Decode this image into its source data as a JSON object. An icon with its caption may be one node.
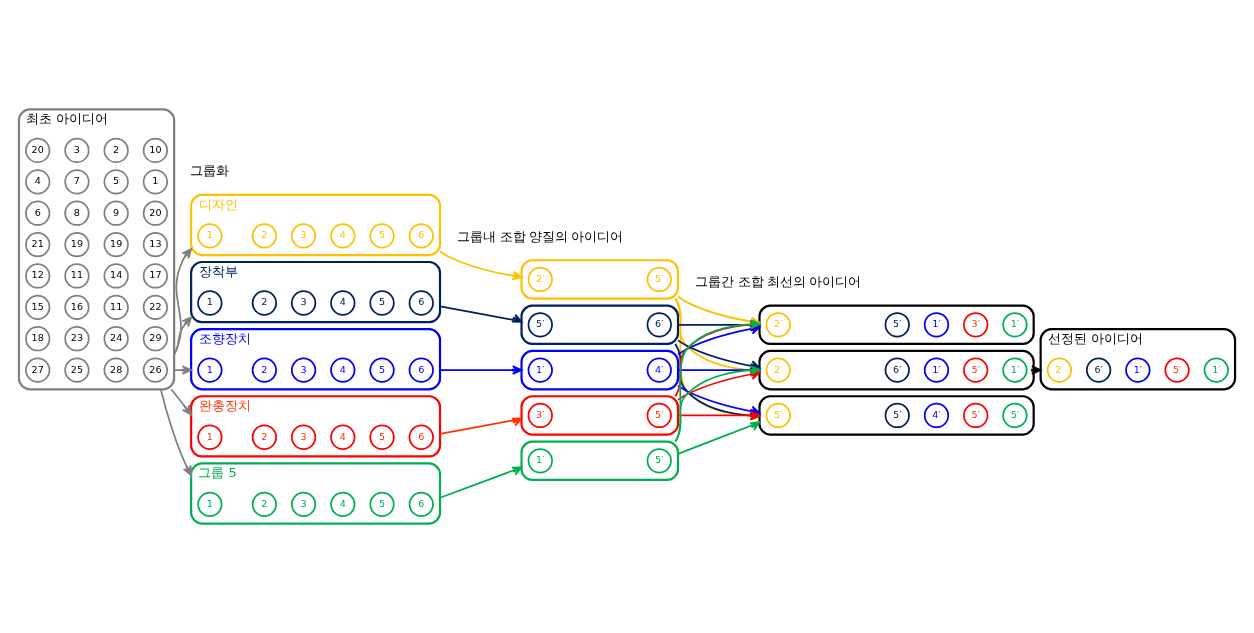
{
  "diagram": {
    "nodes": [
      {
        "text": [
          "최초 아이디어"
        ]
      },
      {
        "text": [
          "20"
        ],
        "in": 0
      },
      {
        "text": [
          "3"
        ],
        "in": 0
      },
      {
        "text": [
          "2"
        ],
        "in": 0
      },
      {
        "text": [
          "10"
        ],
        "in": 0
      },
      {
        "text": [
          "4"
        ],
        "in": 0
      },
      {
        "text": [
          "7"
        ],
        "in": 0
      },
      {
        "text": [
          "5"
        ],
        "in": 0
      },
      {
        "text": [
          "1"
        ],
        "in": 0
      },
      {
        "text": [
          "6"
        ],
        "in": 0
      },
      {
        "text": [
          "8"
        ],
        "in": 0
      },
      {
        "text": [
          "9"
        ],
        "in": 0
      },
      {
        "text": [
          "20"
        ],
        "in": 0
      },
      {
        "text": [
          "21"
        ],
        "in": 0
      },
      {
        "text": [
          "19"
        ],
        "in": 0
      },
      {
        "text": [
          "19"
        ],
        "in": 0
      },
      {
        "text": [
          "13"
        ],
        "in": 0
      },
      {
        "text": [
          "12"
        ],
        "in": 0
      },
      {
        "text": [
          "11"
        ],
        "in": 0
      },
      {
        "text": [
          "14"
        ],
        "in": 0
      },
      {
        "text": [
          "17"
        ],
        "in": 0
      },
      {
        "text": [
          "15"
        ],
        "in": 0
      },
      {
        "text": [
          "16"
        ],
        "in": 0
      },
      {
        "text": [
          "11"
        ],
        "in": 0
      },
      {
        "text": [
          "22"
        ],
        "in": 0
      },
      {
        "text": [
          "18"
        ],
        "in": 0
      },
      {
        "text": [
          "23"
        ],
        "in": 0
      },
      {
        "text": [
          "24"
        ],
        "in": 0
      },
      {
        "text": [
          "29"
        ],
        "in": 0
      },
      {
        "text": [
          "27"
        ],
        "in": 0
      },
      {
        "text": [
          "25"
        ],
        "in": 0
      },
      {
        "text": [
          "28"
        ],
        "in": 0
      },
      {
        "text": [
          "26"
        ],
        "in": 0
      },
      {
        "text": [
          "디자인"
        ]
      },
      {
        "text": [
          "1"
        ],
        "in": 33
      },
      {
        "text": [
          "2"
        ],
        "in": 33
      },
      {
        "text": [
          "3"
        ],
        "in": 33
      },
      {
        "text": [
          "4"
        ],
        "in": 33
      },
      {
        "text": [
          "5"
        ],
        "in": 33
      },
      {
        "text": [
          "6"
        ],
        "in": 33
      },
      {
        "text": [],
        "shape": "box"
      },
      {
        "text": [
          "2′"
        ],
        "in": 40
      },
      {
        "text": [
          "5′"
        ],
        "in": 40
      },
      {
        "text": [
          "장착부"
        ]
      },
      {
        "text": [
          "1"
        ],
        "in": 43
      },
      {
        "text": [
          "2"
        ],
        "in": 43
      },
      {
        "text": [
          "3"
        ],
        "in": 43
      },
      {
        "text": [
          "4"
        ],
        "in": 43
      },
      {
        "text": [
          "5"
        ],
        "in": 43
      },
      {
        "text": [
          "6"
        ],
        "in": 43
      },
      {
        "text": [],
        "shape": "box"
      },
      {
        "text": [
          "5′"
        ],
        "in": 50
      },
      {
        "text": [
          "6′"
        ],
        "in": 50
      },
      {
        "text": [
          "조향장치"
        ]
      },
      {
        "text": [
          "1"
        ],
        "in": 53
      },
      {
        "text": [
          "2"
        ],
        "in": 53
      },
      {
        "text": [
          "3"
        ],
        "in": 53
      },
      {
        "text": [
          "4"
        ],
        "in": 53
      },
      {
        "text": [
          "5"
        ],
        "in": 53
      },
      {
        "text": [
          "6"
        ],
        "in": 53
      },
      {
        "text": [],
        "shape": "box"
      },
      {
        "text": [
          "1′"
        ],
        "in": 60
      },
      {
        "text": [
          "4′"
        ],
        "in": 60
      },
      {
        "text": [
          "완충장치"
        ]
      },
      {
        "text": [
          "1"
        ],
        "in": 63
      },
      {
        "text": [
          "2"
        ],
        "in": 63
      },
      {
        "text": [
          "3"
        ],
        "in": 63
      },
      {
        "text": [
          "4"
        ],
        "in": 63
      },
      {
        "text": [
          "5"
        ],
        "in": 63
      },
      {
        "text": [
          "6"
        ],
        "in": 63
      },
      {
        "text": [],
        "shape": "box"
      },
      {
        "text": [
          "3′"
        ],
        "in": 70
      },
      {
        "text": [
          "5′"
        ],
        "in": 70
      },
      {
        "text": [
          "그룹 5"
        ]
      },
      {
        "text": [
          "1"
        ],
        "in": 73
      },
      {
        "text": [
          "2"
        ],
        "in": 73
      },
      {
        "text": [
          "3"
        ],
        "in": 73
      },
      {
        "text": [
          "4"
        ],
        "in": 73
      },
      {
        "text": [
          "5"
        ],
        "in": 73
      },
      {
        "text": [
          "6"
        ],
        "in": 73
      },
      {
        "text": [],
        "shape": "box"
      },
      {
        "text": [
          "1′"
        ],
        "in": 80
      },
      {
        "text": [
          "5′"
        ],
        "in": 80
      },
      {
        "text": [],
        "shape": "box"
      },
      {
        "text": [
          "2′"
        ],
        "in": 83
      },
      {
        "text": [
          "5′"
        ],
        "in": 83
      },
      {
        "text": [
          "1′"
        ],
        "in": 83
      },
      {
        "text": [
          "3′"
        ],
        "in": 83
      },
      {
        "text": [
          "1′"
        ],
        "in": 83
      },
      {
        "text": [],
        "shape": "box"
      },
      {
        "text": [
          "2′"
        ],
        "in": 89
      },
      {
        "text": [
          "6′"
        ],
        "in": 89
      },
      {
        "text": [
          "1′"
        ],
        "in": 89
      },
      {
        "text": [
          "5′"
        ],
        "in": 89
      },
      {
        "text": [
          "1′"
        ],
        "in": 89
      },
      {
        "text": [],
        "shape": "box"
      },
      {
        "text": [
          "5′"
        ],
        "in": 95
      },
      {
        "text": [
          "5′"
        ],
        "in": 95
      },
      {
        "text": [
          "4′"
        ],
        "in": 95
      },
      {
        "text": [
          "5′"
        ],
        "in": 95
      },
      {
        "text": [
          "5′"
        ],
        "in": 95
      },
      {
        "text": [
          "선정된 아이디어"
        ]
      },
      {
        "text": [
          "2′"
        ],
        "in": 101
      },
      {
        "text": [
          "6′"
        ],
        "in": 101
      },
      {
        "text": [
          "1′"
        ],
        "in": 101
      },
      {
        "text": [
          "5′"
        ],
        "in": 101
      },
      {
        "text": [
          "1′"
        ],
        "in": 101
      }
    ],
    "edges": [
      {
        "from": 0,
        "to": 33,
        "arrow": "to",
        "color": "#808080"
      },
      {
        "from": 0,
        "to": 43,
        "arrow": "to",
        "color": "#808080"
      },
      {
        "from": 0,
        "to": 53,
        "arrow": "to",
        "color": "#808080"
      },
      {
        "from": 0,
        "to": 63,
        "arrow": "to",
        "color": "#808080"
      },
      {
        "from": 0,
        "to": 73,
        "arrow": "to",
        "color": "#808080"
      },
      {
        "from": 33,
        "to": 40,
        "arrow": "to",
        "color": "#ffc000"
      },
      {
        "from": 43,
        "to": 50,
        "arrow": "to",
        "color": "#002060"
      },
      {
        "from": 53,
        "to": 60,
        "arrow": "to",
        "color": "#0000ff"
      },
      {
        "from": 63,
        "to": 70,
        "arrow": "to",
        "color": "#ff3300"
      },
      {
        "from": 73,
        "to": 80,
        "arrow": "to",
        "color": "#00b050"
      },
      {
        "from": 40,
        "to": 83,
        "arrow": "to",
        "color": "#ffc000"
      },
      {
        "from": 40,
        "to": 89,
        "arrow": "to",
        "color": "#ffc000"
      },
      {
        "from": 40,
        "to": 95,
        "arrow": "to",
        "color": "#ffc000"
      },
      {
        "from": 50,
        "to": 83,
        "arrow": "to",
        "color": "#002060"
      },
      {
        "from": 50,
        "to": 89,
        "arrow": "to",
        "color": "#002060"
      },
      {
        "from": 50,
        "to": 95,
        "arrow": "to",
        "color": "#002060"
      },
      {
        "from": 60,
        "to": 83,
        "arrow": "to",
        "color": "#0000ff"
      },
      {
        "from": 60,
        "to": 89,
        "arrow": "to",
        "color": "#0000ff"
      },
      {
        "from": 60,
        "to": 95,
        "arrow": "to",
        "color": "#0000ff"
      },
      {
        "from": 70,
        "to": 83,
        "arrow": "to",
        "color": "#ff0000"
      },
      {
        "from": 70,
        "to": 89,
        "arrow": "to",
        "color": "#ff0000"
      },
      {
        "from": 70,
        "to": 95,
        "arrow": "to",
        "color": "#ff0000"
      },
      {
        "from": 80,
        "to": 83,
        "arrow": "to",
        "color": "#00b050"
      },
      {
        "from": 80,
        "to": 89,
        "arrow": "to",
        "color": "#00b050"
      },
      {
        "from": 80,
        "to": 95,
        "arrow": "to",
        "color": "#00b050"
      },
      {
        "from": 89,
        "to": 101,
        "arrow": "to",
        "color": "#000000"
      }
    ],
    "labels": [
      "그룹화",
      "그룹내 조합 양질의 아이디어",
      "그룹간 조합 최선의 아이디어"
    ]
  }
}
